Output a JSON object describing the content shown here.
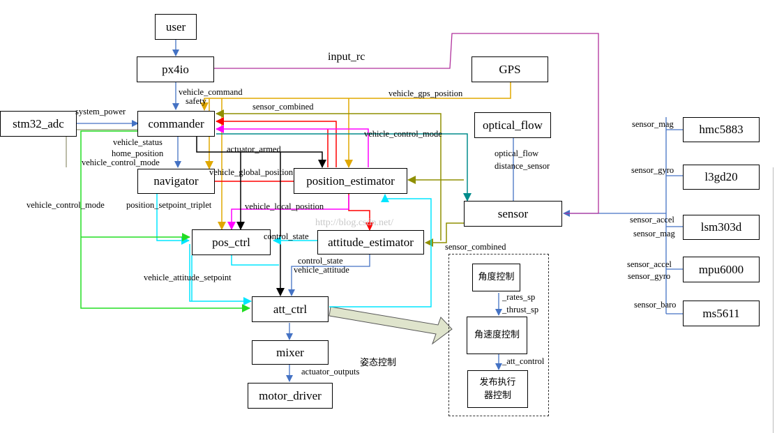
{
  "boxes": {
    "user": "user",
    "px4io": "px4io",
    "gps": "GPS",
    "stm32_adc": "stm32_adc",
    "commander": "commander",
    "optical_flow": "optical_flow",
    "navigator": "navigator",
    "position_estimator": "position_estimator",
    "sensor": "sensor",
    "pos_ctrl": "pos_ctrl",
    "attitude_estimator": "attitude_estimator",
    "att_ctrl": "att_ctrl",
    "mixer": "mixer",
    "motor_driver": "motor_driver",
    "hmc5883": "hmc5883",
    "l3gd20": "l3gd20",
    "lsm303d": "lsm303d",
    "mpu6000": "mpu6000",
    "ms5611": "ms5611"
  },
  "labels": {
    "input_rc": "input_rc",
    "vehicle_command": "vehicle_command",
    "safety": "safety",
    "system_power": "system_power",
    "vehicle_gps_position": "vehicle_gps_position",
    "sensor_combined_top": "sensor_combined",
    "vehicle_control_mode_top": "vehicle_control_mode",
    "vehicle_status": "vehicle_status",
    "home_position": "home_position",
    "vehicle_control_mode_nav": "vehicle_control_mode",
    "actuator_armed": "actuator_armed",
    "optical_flow_topic": "optical_flow",
    "distance_sensor": "distance_sensor",
    "vehicle_global_position": "vehicle_global_position",
    "vehicle_control_mode_left": "vehicle_control_mode",
    "position_setpoint_triplet": "position_setpoint_triplet",
    "vehicle_local_position": "vehicle_local_position",
    "control_state_1": "control_state",
    "sensor_combined_bottom": "sensor_combined",
    "control_state_2": "control_state",
    "vehicle_attitude": "vehicle_attitude",
    "vehicle_attitude_setpoint": "vehicle_attitude_setpoint",
    "actuator_outputs": "actuator_outputs",
    "attitude_control_cn": "姿态控制",
    "sensor_mag_1": "sensor_mag",
    "sensor_gyro_1": "sensor_gyro",
    "sensor_accel_1": "sensor_accel",
    "sensor_mag_2": "sensor_mag",
    "sensor_accel_2": "sensor_accel",
    "sensor_gyro_2": "sensor_gyro",
    "sensor_baro": "sensor_baro"
  },
  "detail": {
    "angle_control": "角度控制",
    "rates_sp": "_rates_sp",
    "thrust_sp": "_thrust_sp",
    "rate_control": "角速度控制",
    "att_control": "_att_control",
    "publish_actuator": "发布执行器控制"
  },
  "watermark": "http://blog.csdn.net/",
  "colors": {
    "blue": "#4472c4",
    "magenta": "#b0309c",
    "gold": "#e0a800",
    "olive": "#8f8f00",
    "red": "#ff0000",
    "pink_magenta": "#ff00ff",
    "black": "#000000",
    "cyan": "#00e5ff",
    "teal": "#008b8b",
    "green": "#22dd22",
    "gray_olive": "#7a7a52"
  }
}
